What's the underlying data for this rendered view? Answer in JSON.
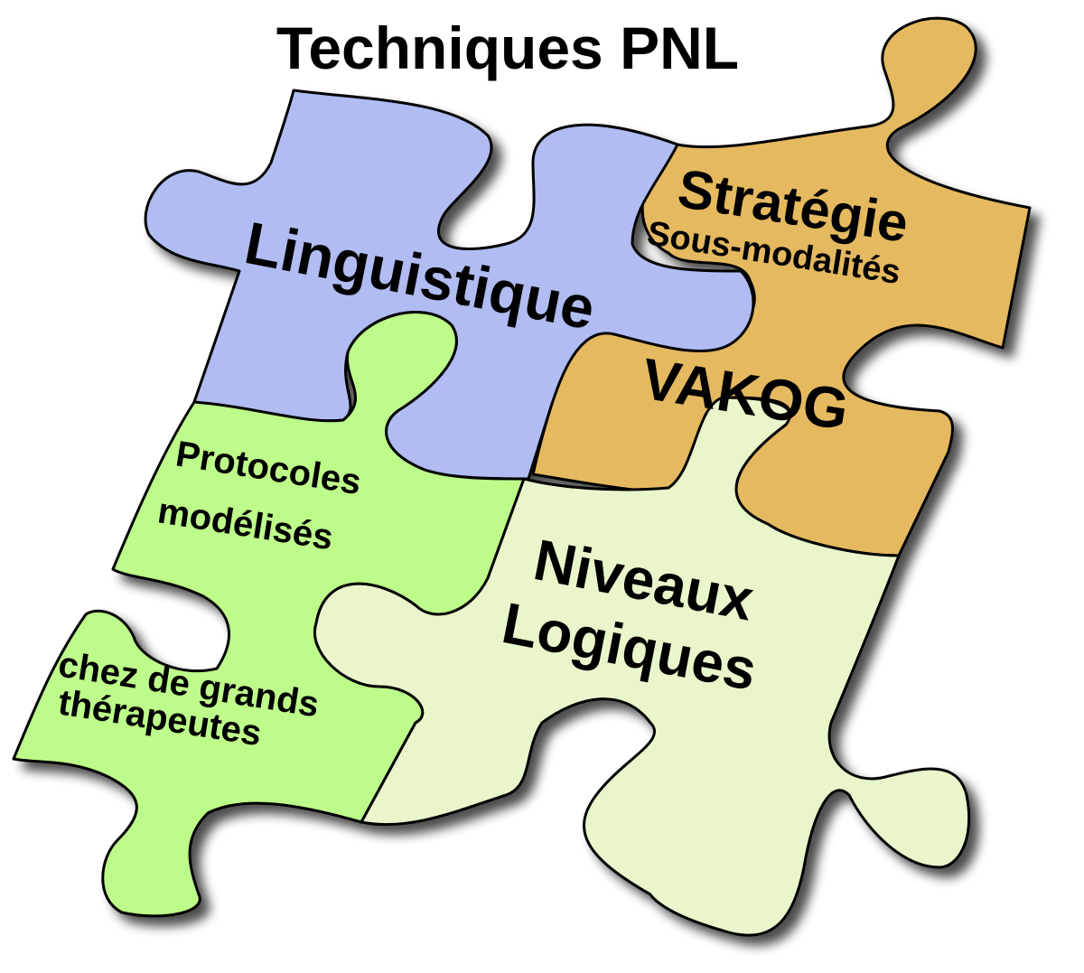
{
  "title": "Techniques PNL",
  "pieces": {
    "linguistique": {
      "label": "Linguistique",
      "color": "#b0bcf2"
    },
    "strategie": {
      "line1": "Stratégie",
      "line2": "Sous-modalités",
      "color": "#e5b95f"
    },
    "vakog": {
      "label": "VAKOG",
      "color": "#e5b95f"
    },
    "protocoles": {
      "line1": "Protocoles",
      "line2": "modélisés",
      "line3": "chez de grands",
      "line4": "thérapeutes",
      "color": "#bdfb8a"
    },
    "niveaux": {
      "line1": "Niveaux",
      "line2": "Logiques",
      "color": "#e9f6cb"
    }
  },
  "colors": {
    "outline": "#000000",
    "shadow": "#555555",
    "background": "#ffffff"
  }
}
